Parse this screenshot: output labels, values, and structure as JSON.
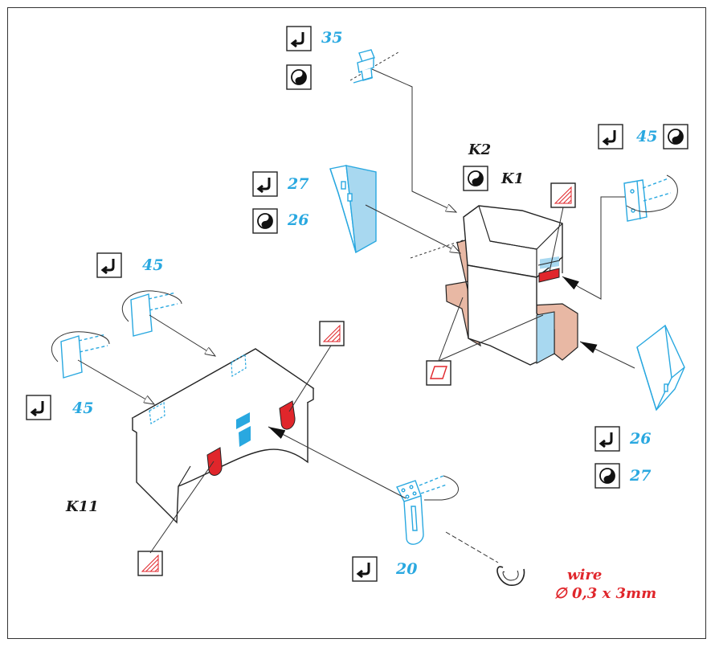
{
  "parts": {
    "k2": "K2",
    "k1": "K1",
    "k11": "K11"
  },
  "callouts": {
    "step_35": "35",
    "step_45_top": "45",
    "step_27_left": "27",
    "step_26_left": "26",
    "step_45_mid": "45",
    "step_45_low": "45",
    "step_26_right": "26",
    "step_27_right": "27",
    "step_20": "20"
  },
  "wire_note": {
    "line1": "wire",
    "line2": "∅ 0,3 x 3mm"
  },
  "icons": [
    "fold-icon",
    "half-fill-icon",
    "glue-hatch-icon",
    "paint-area-icon"
  ],
  "colors": {
    "etched_part": "#29a8e0",
    "resin_part": "#e8b8a4",
    "red_mark": "#e0262b",
    "light_blue_fill": "#a8d8f0"
  }
}
